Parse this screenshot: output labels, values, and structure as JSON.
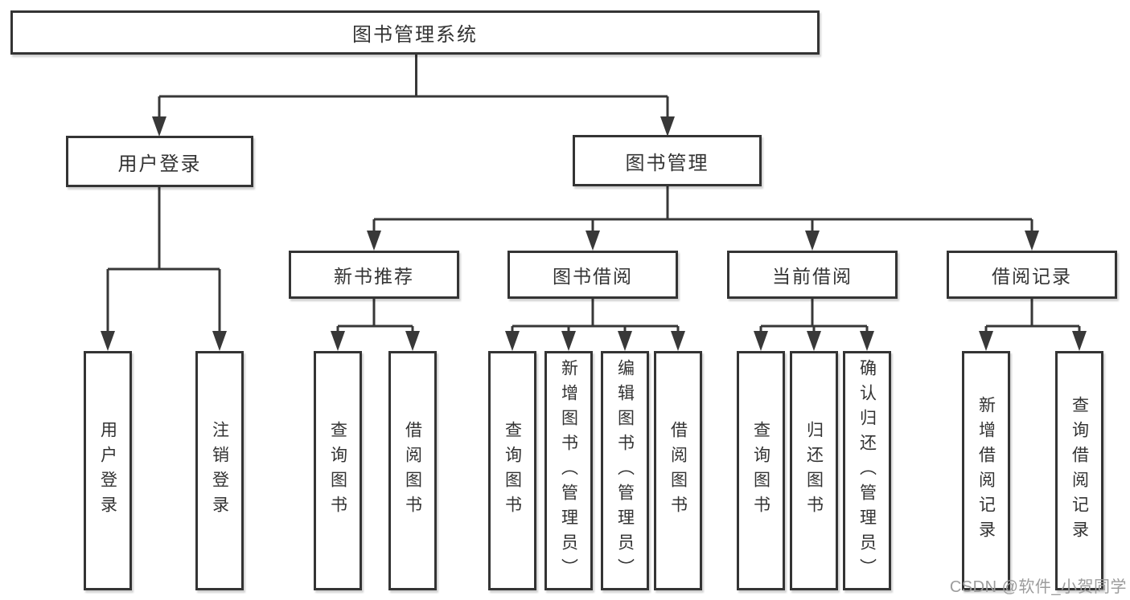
{
  "diagram": {
    "type": "hierarchy-tree",
    "root": {
      "label": "图书管理系统",
      "children": [
        {
          "label": "用户登录",
          "children": [
            {
              "label": "用户登录"
            },
            {
              "label": "注销登录"
            }
          ]
        },
        {
          "label": "图书管理",
          "children": [
            {
              "label": "新书推荐",
              "children": [
                {
                  "label": "查询图书"
                },
                {
                  "label": "借阅图书"
                }
              ]
            },
            {
              "label": "图书借阅",
              "children": [
                {
                  "label": "查询图书"
                },
                {
                  "label": "新增图书（管理员）"
                },
                {
                  "label": "编辑图书（管理员）"
                },
                {
                  "label": "借阅图书"
                }
              ]
            },
            {
              "label": "当前借阅",
              "children": [
                {
                  "label": "查询图书"
                },
                {
                  "label": "归还图书"
                },
                {
                  "label": "确认归还（管理员）"
                }
              ]
            },
            {
              "label": "借阅记录",
              "children": [
                {
                  "label": "新增借阅记录"
                },
                {
                  "label": "查询借阅记录"
                }
              ]
            }
          ]
        }
      ]
    }
  },
  "colors": {
    "line": "#383838",
    "box_border": "#343434",
    "text": "#333333",
    "watermark": "#9c9c9c",
    "background": "#ffffff"
  },
  "watermark": {
    "text": "CSDN @软件_小贺同学"
  }
}
